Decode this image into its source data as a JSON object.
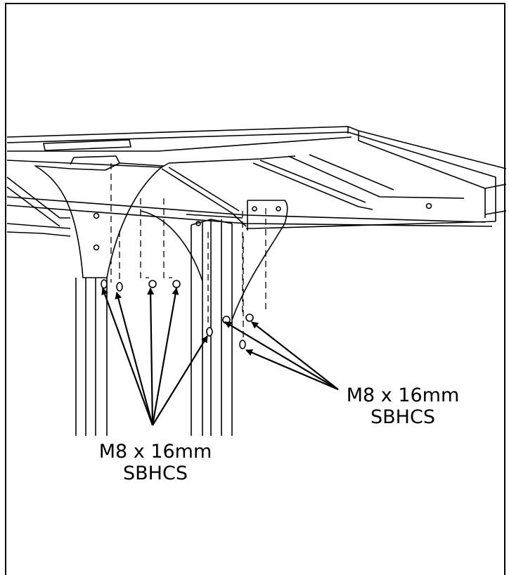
{
  "callouts": {
    "left": {
      "line1": "M8 x 16mm",
      "line2": "SBHCS"
    },
    "right": {
      "line1": "M8 x 16mm",
      "line2": "SBHCS"
    }
  },
  "icons": [
    "bolt-icon",
    "arrow-icon"
  ]
}
